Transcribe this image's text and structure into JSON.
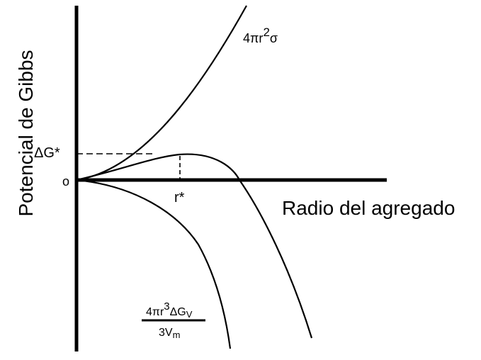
{
  "diagram": {
    "y_axis_label": "Potencial de Gibbs",
    "x_axis_label": "Radio del agregado",
    "origin_label": "o",
    "delta_g_star": "ΔG*",
    "r_star": "r*",
    "surface_term": {
      "base": "4πr",
      "exp": "2",
      "tail": "σ"
    },
    "volume_term": {
      "numerator": {
        "base": "4πr",
        "exp": "3",
        "mid": "ΔG",
        "sub": "V"
      },
      "denominator": {
        "base": "3V",
        "sub": "m"
      }
    },
    "colors": {
      "ink": "#000000",
      "background": "#ffffff"
    }
  }
}
